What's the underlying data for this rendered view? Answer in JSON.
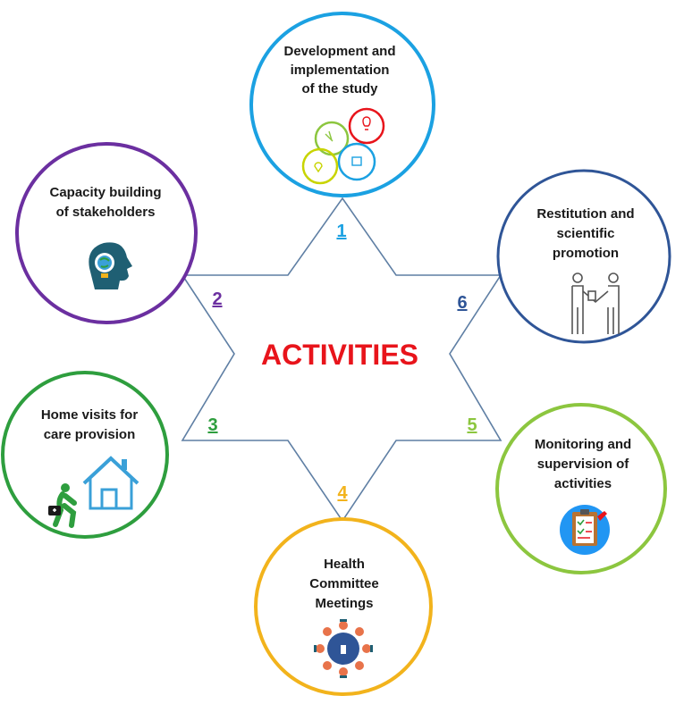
{
  "center_title": "ACTIVITIES",
  "center_color": "#e8141b",
  "star_color": "#5f7fa4",
  "activities": [
    {
      "number": "1",
      "color": "#1ba1e2",
      "lines": [
        "Development and",
        "implementation",
        "of the study"
      ],
      "icon": "colored-circles-icon"
    },
    {
      "number": "2",
      "color": "#6b2fa0",
      "lines": [
        "Capacity building",
        "of stakeholders"
      ],
      "icon": "head-lightbulb-icon"
    },
    {
      "number": "3",
      "color": "#2e9e3e",
      "lines": [
        "Home visits for",
        "care provision"
      ],
      "icon": "home-visit-icon"
    },
    {
      "number": "4",
      "color": "#f2b31c",
      "lines": [
        "Health",
        "Committee",
        "Meetings"
      ],
      "icon": "meeting-table-icon"
    },
    {
      "number": "5",
      "color": "#8cc63f",
      "lines": [
        "Monitoring and",
        "supervision of",
        "activities"
      ],
      "icon": "clipboard-checklist-icon"
    },
    {
      "number": "6",
      "color": "#2f5597",
      "lines": [
        "Restitution and",
        "scientific",
        "promotion"
      ],
      "icon": "handshake-icon"
    }
  ]
}
